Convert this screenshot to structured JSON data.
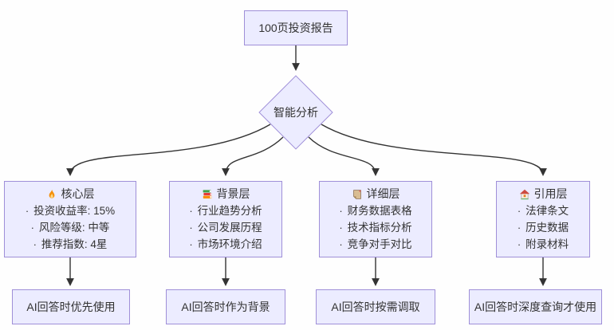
{
  "diagram": {
    "bullet": "·",
    "root": {
      "label": "100页投资报告"
    },
    "decision": {
      "label": "智能分析"
    },
    "layers": [
      {
        "icon": "fire-icon",
        "title": "核心层",
        "items": [
          "投资收益率: 15%",
          "风险等级: 中等",
          "推荐指数: 4星"
        ],
        "outcome": "AI回答时优先使用"
      },
      {
        "icon": "books-icon",
        "title": "背景层",
        "items": [
          "行业趋势分析",
          "公司发展历程",
          "市场环境介绍"
        ],
        "outcome": "AI回答时作为背景"
      },
      {
        "icon": "document-icon",
        "title": "详细层",
        "items": [
          "财务数据表格",
          "技术指标分析",
          "竞争对手对比"
        ],
        "outcome": "AI回答时按需调取"
      },
      {
        "icon": "house-icon",
        "title": "引用层",
        "items": [
          "法律条文",
          "历史数据",
          "附录材料"
        ],
        "outcome": "AI回答时深度查询才使用"
      }
    ],
    "colors": {
      "node_fill": "#ECECFF",
      "node_border": "#9F8FD8",
      "edge": "#333333",
      "text": "#333333",
      "background": "#FEFEFE"
    }
  }
}
